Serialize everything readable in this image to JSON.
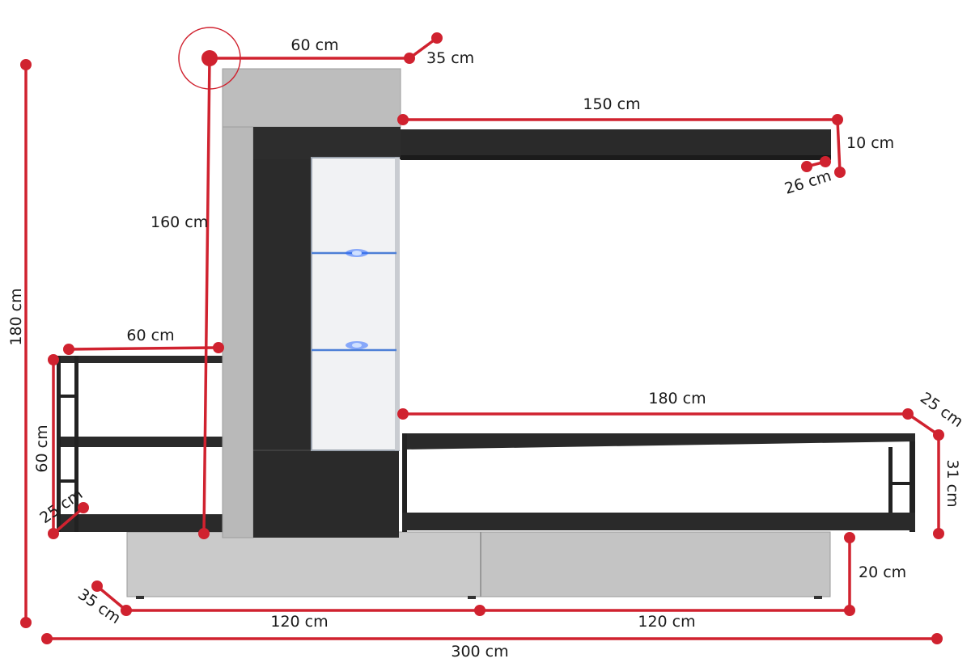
{
  "colors": {
    "dimension": "#d0222f",
    "grey_panel": "#b9b9b9",
    "dark_panel": "#2b2b2b",
    "base_light": "#c8c8c8",
    "led_glow": "#2f6bff"
  },
  "dimensions": {
    "total_height": "180 cm",
    "total_width": "300 cm",
    "tower_width": "60 cm",
    "tower_depth": "35 cm",
    "tower_height": "160 cm",
    "wall_shelf_width": "150 cm",
    "wall_shelf_height": "10 cm",
    "wall_shelf_depth": "26 cm",
    "left_shelf_width": "60 cm",
    "left_shelf_height": "60 cm",
    "left_shelf_depth": "25 cm",
    "tv_bench_width": "180 cm",
    "tv_bench_depth": "25 cm",
    "tv_bench_height": "31 cm",
    "base_height": "20 cm",
    "base_depth": "35 cm",
    "base_left_width": "120 cm",
    "base_right_width": "120 cm"
  }
}
